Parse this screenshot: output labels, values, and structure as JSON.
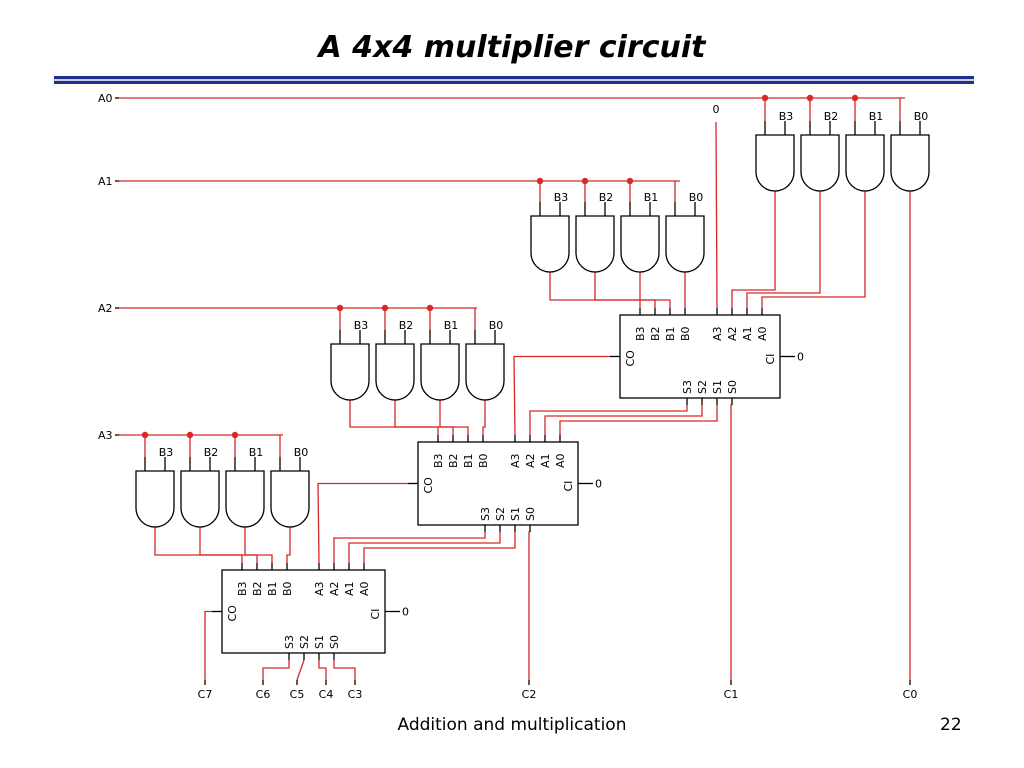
{
  "slide": {
    "title": "A 4x4 multiplier circuit",
    "footer": "Addition and multiplication",
    "page_number": "22"
  },
  "colors": {
    "wire": "#d62828",
    "rule": "#1c2f8f",
    "component": "#000000"
  },
  "inputs": [
    "A0",
    "A1",
    "A2",
    "A3"
  ],
  "gate_labels": [
    "B3",
    "B2",
    "B1",
    "B0"
  ],
  "adder": {
    "b_pins": [
      "B3",
      "B2",
      "B1",
      "B0"
    ],
    "a_pins": [
      "A3",
      "A2",
      "A1",
      "A0"
    ],
    "s_pins": [
      "S3",
      "S2",
      "S1",
      "S0"
    ],
    "co": "CO",
    "ci": "CI",
    "ci_value": "0"
  },
  "constant_zero": "0",
  "outputs": [
    "C7",
    "C6",
    "C5",
    "C4",
    "C3",
    "C2",
    "C1",
    "C0"
  ]
}
